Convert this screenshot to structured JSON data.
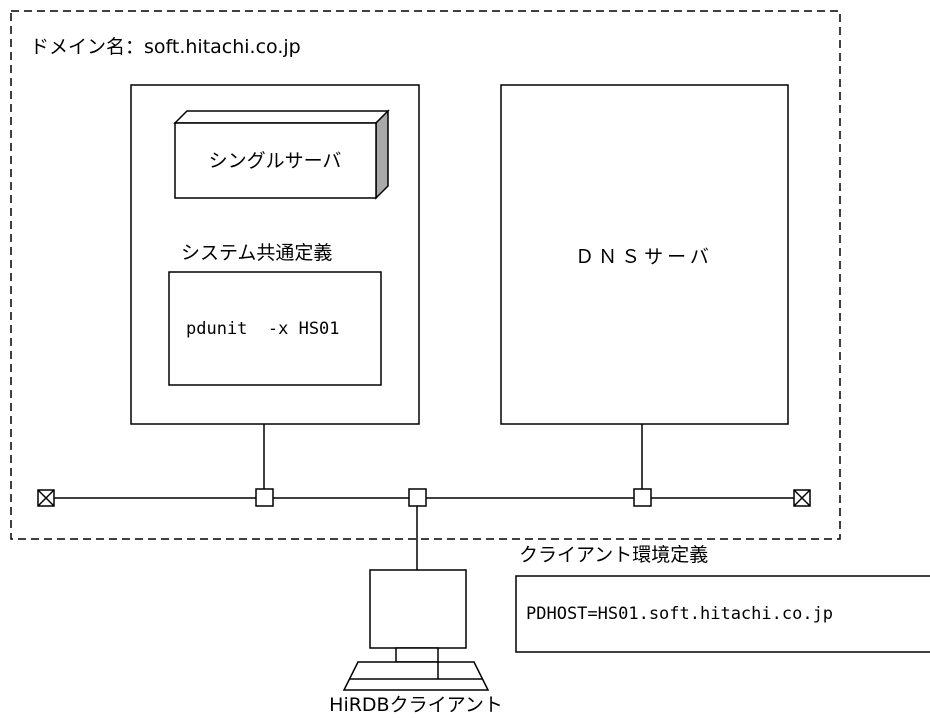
{
  "domain_label": "ドメイン名：soft.hitachi.co.jp",
  "single_server": {
    "label": "シングルサーバ",
    "system_definition_title": "システム共通定義",
    "system_definition_content": "pdunit  -x HS01"
  },
  "dns_server": {
    "label": "ＤＮＳサーバ"
  },
  "client": {
    "label": "HiRDBクライアント",
    "environment_definition_title": "クライアント環境定義",
    "environment_definition_content": "PDHOST=HS01.soft.hitachi.co.jp"
  }
}
